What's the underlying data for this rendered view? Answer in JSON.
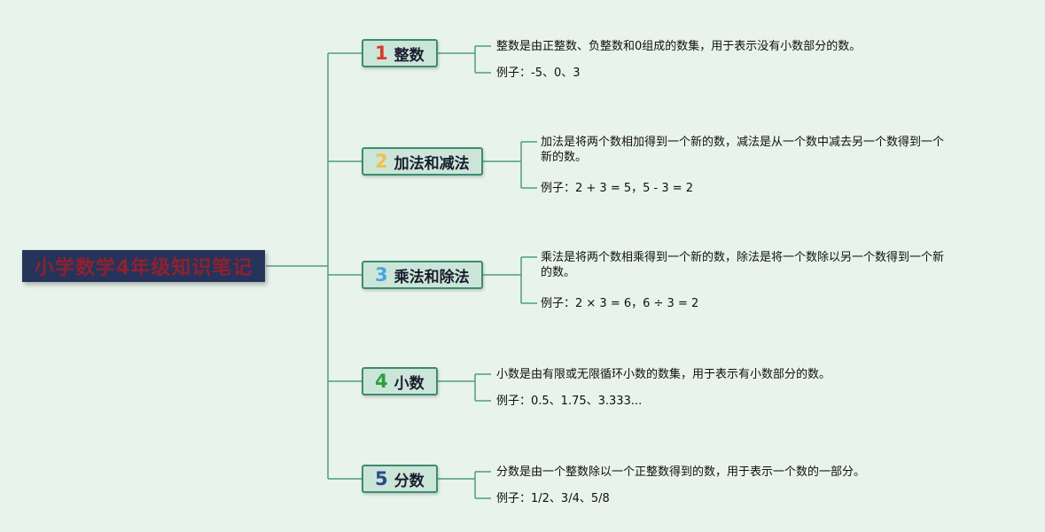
{
  "title": "小学数学4年级知识笔记",
  "theme": {
    "background": "#e8f3ec",
    "line_color": "#4f9c83",
    "root_bg": "#26335a",
    "root_text_color": "#8e2130",
    "node_bg": "#cbe6d8",
    "node_border": "#3d8b70"
  },
  "branches": [
    {
      "num": "1",
      "label": "整数",
      "number_color": "#d93a2b",
      "description": "整数是由正整数、负整数和0组成的数集，用于表示没有小数部分的数。",
      "example": "例子：-5、0、3"
    },
    {
      "num": "2",
      "label": "加法和减法",
      "number_color": "#f2c14a",
      "description": "加法是将两个数相加得到一个新的数，减法是从一个数中减去另一个数得到一个新的数。",
      "example": "例子：2 + 3 = 5，5 - 3 = 2"
    },
    {
      "num": "3",
      "label": "乘法和除法",
      "number_color": "#49a4e6",
      "description": "乘法是将两个数相乘得到一个新的数，除法是将一个数除以另一个数得到一个新的数。",
      "example": "例子：2 × 3 = 6，6 ÷ 3 = 2"
    },
    {
      "num": "4",
      "label": "小数",
      "number_color": "#2e9e44",
      "description": "小数是由有限或无限循环小数的数集，用于表示有小数部分的数。",
      "example": "例子：0.5、1.75、3.333..."
    },
    {
      "num": "5",
      "label": "分数",
      "number_color": "#2c4a8a",
      "description": "分数是由一个整数除以一个正整数得到的数，用于表示一个数的一部分。",
      "example": "例子：1/2、3/4、5/8"
    }
  ]
}
